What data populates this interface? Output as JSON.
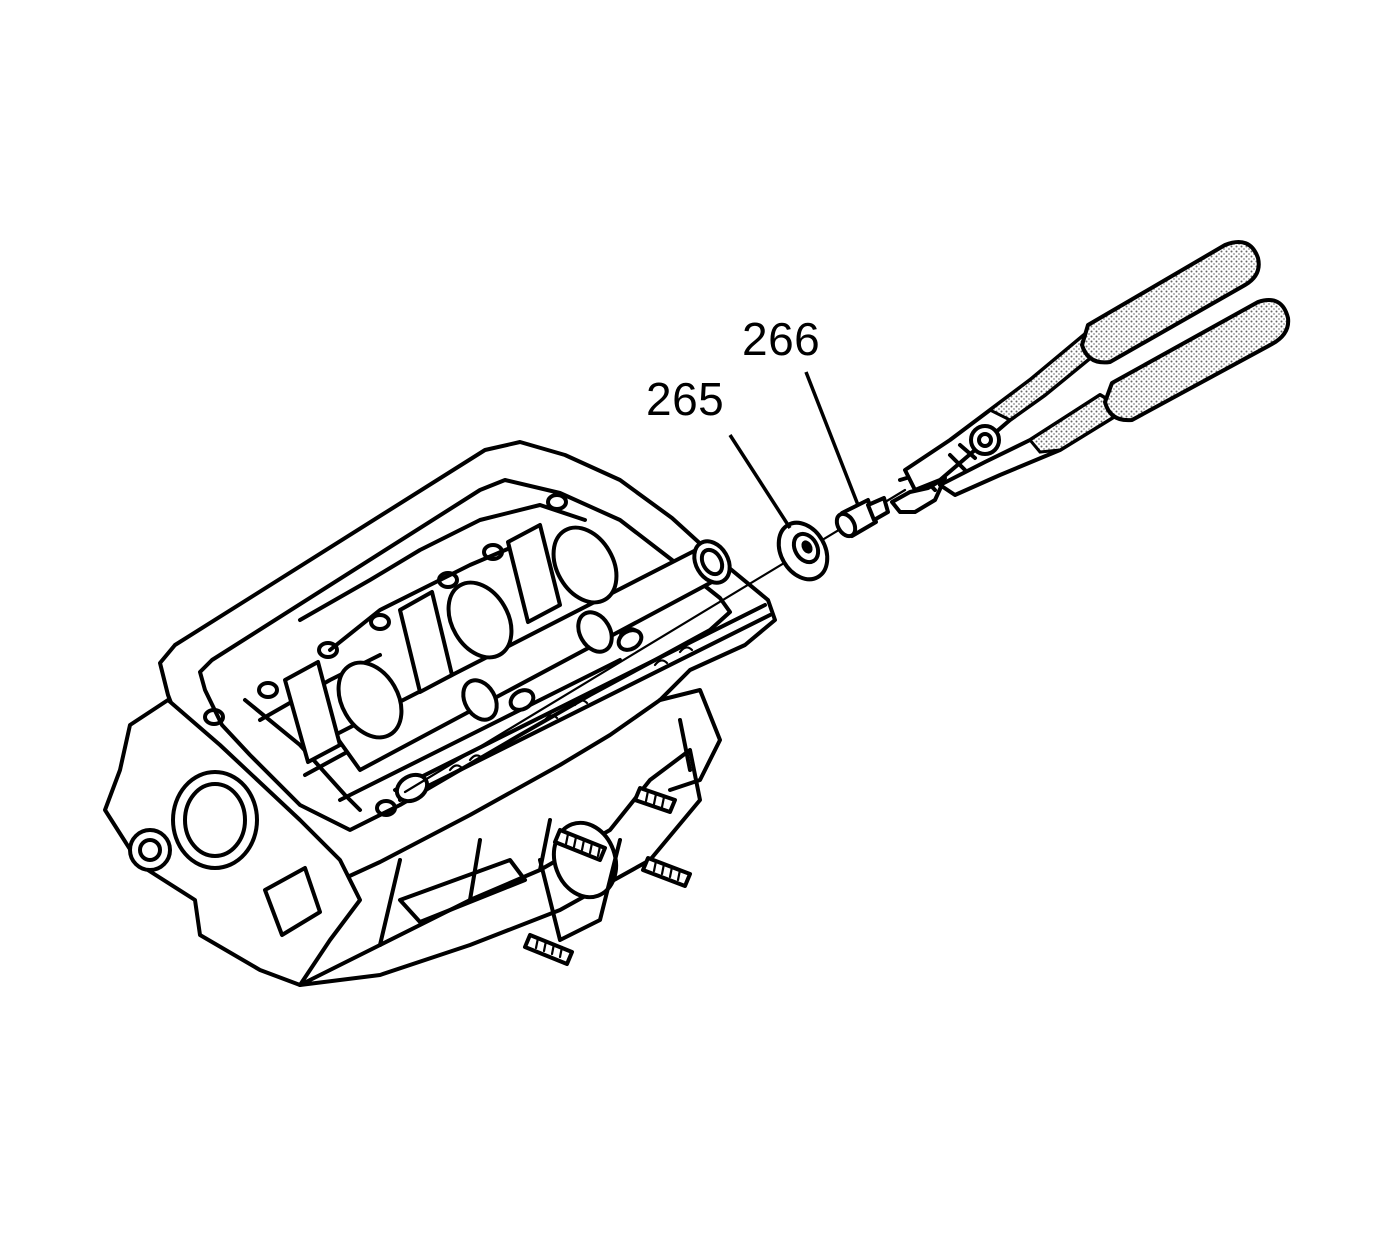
{
  "callouts": [
    {
      "id": "265",
      "text": "265"
    },
    {
      "id": "266",
      "text": "266"
    }
  ],
  "icons": {
    "cylinder_head": "cylinder-head-icon",
    "valve_stem_seal": "valve-stem-seal-icon",
    "valve_stem_key": "valve-stem-key-icon",
    "installer_pliers": "pliers-icon"
  },
  "colors": {
    "line": "#000000",
    "background": "#ffffff",
    "grip_hatch": "#7a7a7a"
  }
}
